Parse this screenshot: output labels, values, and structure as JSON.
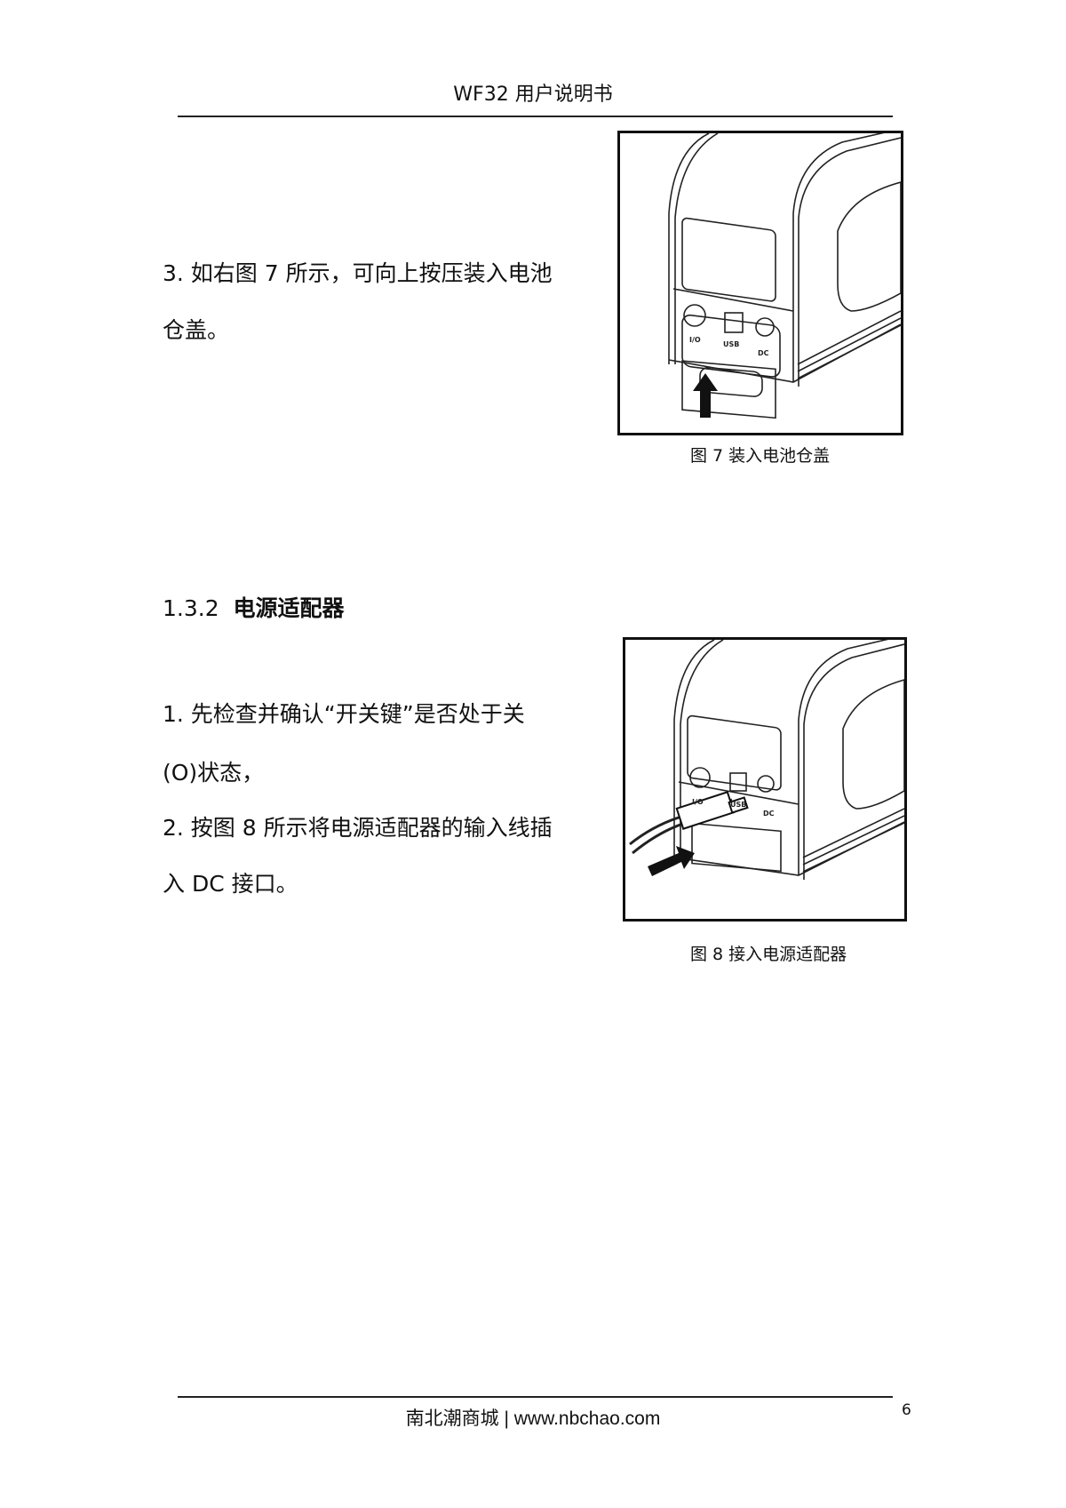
{
  "header": {
    "title": "WF32  用户说明书"
  },
  "section_battery": {
    "step3": [
      "3.  如右图 7 所示，可向上按压装入电池",
      "仓盖。"
    ],
    "figure": {
      "caption": "图 7  装入电池仓盖",
      "labels": [
        "I/O",
        "USB",
        "DC"
      ]
    }
  },
  "section_adapter": {
    "number": "1.3.2",
    "title": "电源适配器",
    "steps": [
      "1.  先检查并确认“开关键”是否处于关",
      "(O)状态，",
      "2.  按图 8 所示将电源适配器的输入线插",
      "入 DC 接口。"
    ],
    "figure": {
      "caption": "图 8  接入电源适配器",
      "labels": [
        "I/O",
        "USB",
        "DC"
      ]
    }
  },
  "footer": {
    "text": "南北潮商城 | www.nbchao.com",
    "page_number": "6"
  }
}
